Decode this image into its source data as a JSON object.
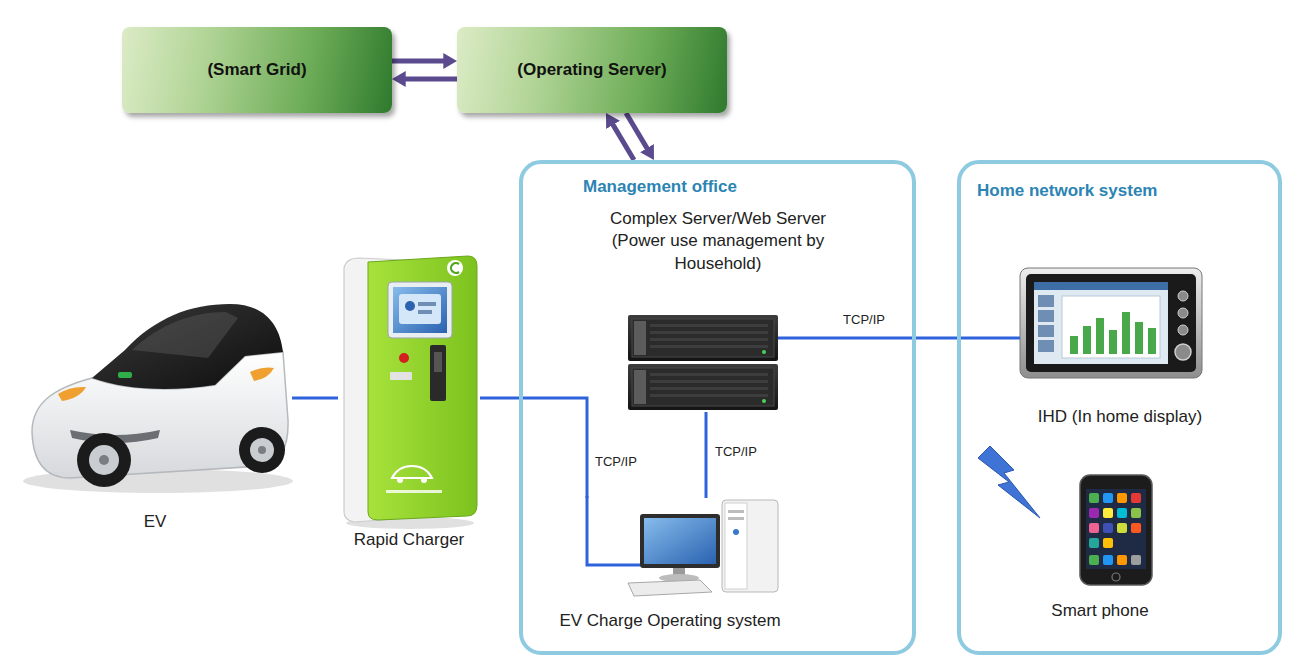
{
  "diagram": {
    "nodes": [
      {
        "text": [
          "(Smart Grid)"
        ]
      },
      {
        "text": [
          "(Operating Server)"
        ]
      },
      {
        "text": [
          "EV"
        ]
      },
      {
        "text": [
          "Rapid Charger"
        ]
      },
      {
        "text": [
          "Management office"
        ]
      },
      {
        "text": [
          "Complex Server/Web Server (Power use management by Household)"
        ],
        "in": 4
      },
      {
        "text": [
          "EV Charge Operating system"
        ],
        "in": 4
      },
      {
        "text": [
          "Home network system"
        ]
      },
      {
        "text": [
          "IHD (In home display)"
        ],
        "in": 7
      },
      {
        "text": [
          "Smart phone"
        ],
        "in": 7
      }
    ],
    "edges": [
      {
        "from": 0,
        "to": 1,
        "arrow": "both"
      },
      {
        "from": 1,
        "to": 4,
        "arrow": "both"
      },
      {
        "from": 2,
        "to": 3,
        "arrow": "none"
      },
      {
        "from": 3,
        "to": 6,
        "label": "TCP/IP",
        "arrow": "none"
      },
      {
        "from": 5,
        "to": 6,
        "label": "TCP/IP",
        "arrow": "none"
      },
      {
        "from": 5,
        "to": 8,
        "label": "TCP/IP",
        "arrow": "none"
      }
    ]
  }
}
